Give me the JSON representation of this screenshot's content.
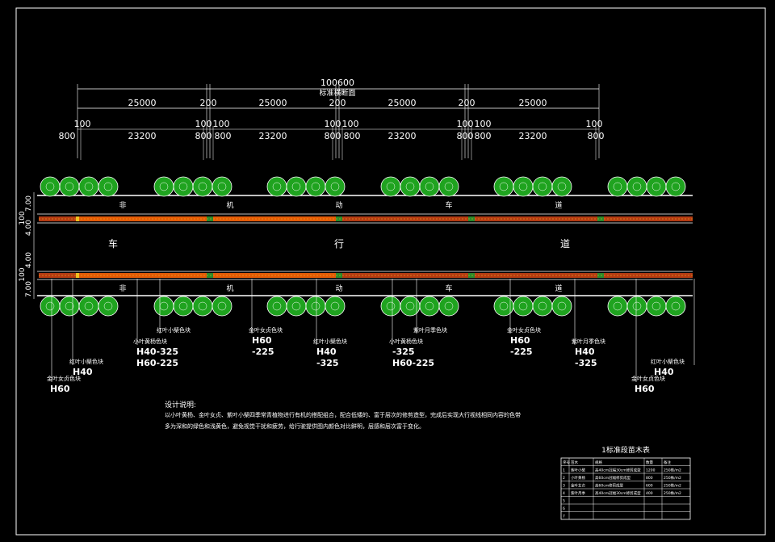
{
  "drawing": {
    "total_width": "100600",
    "section_title": "标准横断面",
    "segments": [
      "25000",
      "200",
      "25000",
      "200",
      "25000",
      "200",
      "25000"
    ],
    "small_100": "100",
    "small_800": "800",
    "small_23200": "23200",
    "left_dims": [
      "7.00",
      "100",
      "4.00",
      "4.00",
      "100",
      "7.00"
    ],
    "lane_upper": [
      "非",
      "机",
      "动",
      "车",
      "道"
    ],
    "lane_main": [
      "车",
      "行",
      "道"
    ],
    "lane_lower": [
      "非",
      "机",
      "动",
      "车",
      "道"
    ]
  },
  "callouts": [
    {
      "name": "金叶女贞色块",
      "code1": "H60",
      "code2": ""
    },
    {
      "name": "红叶小檗色块",
      "code1": "H40",
      "code2": ""
    },
    {
      "name": "小叶黄杨色块",
      "code1": "H40-325",
      "code2": "H60-225"
    },
    {
      "name": "红叶小檗色块",
      "code1": "",
      "code2": ""
    },
    {
      "name": "金叶女贞色块",
      "code1": "H60",
      "code2": "-225"
    },
    {
      "name": "红叶小檗色块",
      "code1": "H40",
      "code2": "-325"
    },
    {
      "name": "小叶黄杨色块",
      "code1": "-325",
      "code2": "H60-225"
    },
    {
      "name": "紫叶月季色块",
      "code1": "",
      "code2": ""
    },
    {
      "name": "金叶女贞色块",
      "code1": "H60",
      "code2": "-225"
    },
    {
      "name": "紫叶月季色块",
      "code1": "H40",
      "code2": "-325"
    },
    {
      "name": "红叶小檗色块",
      "code1": "H40",
      "code2": ""
    },
    {
      "name": "金叶女贞色块",
      "code1": "H60",
      "code2": ""
    }
  ],
  "notes": {
    "title": "设计说明:",
    "line1": "以小叶黄杨、金叶女贞、紫叶小檗四季常青植物进行有机的搭配组合，配合低矮的、富于层次的修剪造型，完成后实现大行视线相同内容的色带",
    "line2": "多为深和的绿色和浅黄色，避免视觉干扰和疲劳，给行驶提供图内颜色对比鲜明，层感和层次富于变化。"
  },
  "table": {
    "title": "1标准段苗木表",
    "headers": [
      "序号",
      "苗木",
      "规格",
      "数量",
      "备注"
    ],
    "rows": [
      [
        "1",
        "紫叶小檗",
        "高40cm冠幅30cm修剪成型",
        "1200",
        "250株/m2"
      ],
      [
        "2",
        "小叶黄杨",
        "高60cm冠幅修剪成型",
        "800",
        "250株/m2"
      ],
      [
        "3",
        "金叶女贞",
        "高60cm修剪成型",
        "600",
        "250株/m2"
      ],
      [
        "4",
        "紫叶月季",
        "高40cm冠幅30cm修剪成型",
        "400",
        "250株/m2"
      ],
      [
        "5",
        "",
        "",
        "",
        ""
      ],
      [
        "6",
        "",
        "",
        "",
        ""
      ],
      [
        "7",
        "",
        "",
        "",
        ""
      ]
    ]
  },
  "colors": {
    "frame": "#ffffff",
    "tree": "#1fa31f",
    "tree_outline": "#ffffff",
    "strip_orange": "#e35a06",
    "strip_red": "#b53b12",
    "strip_yellow": "#f0c020",
    "strip_green": "#2a8a2a"
  }
}
